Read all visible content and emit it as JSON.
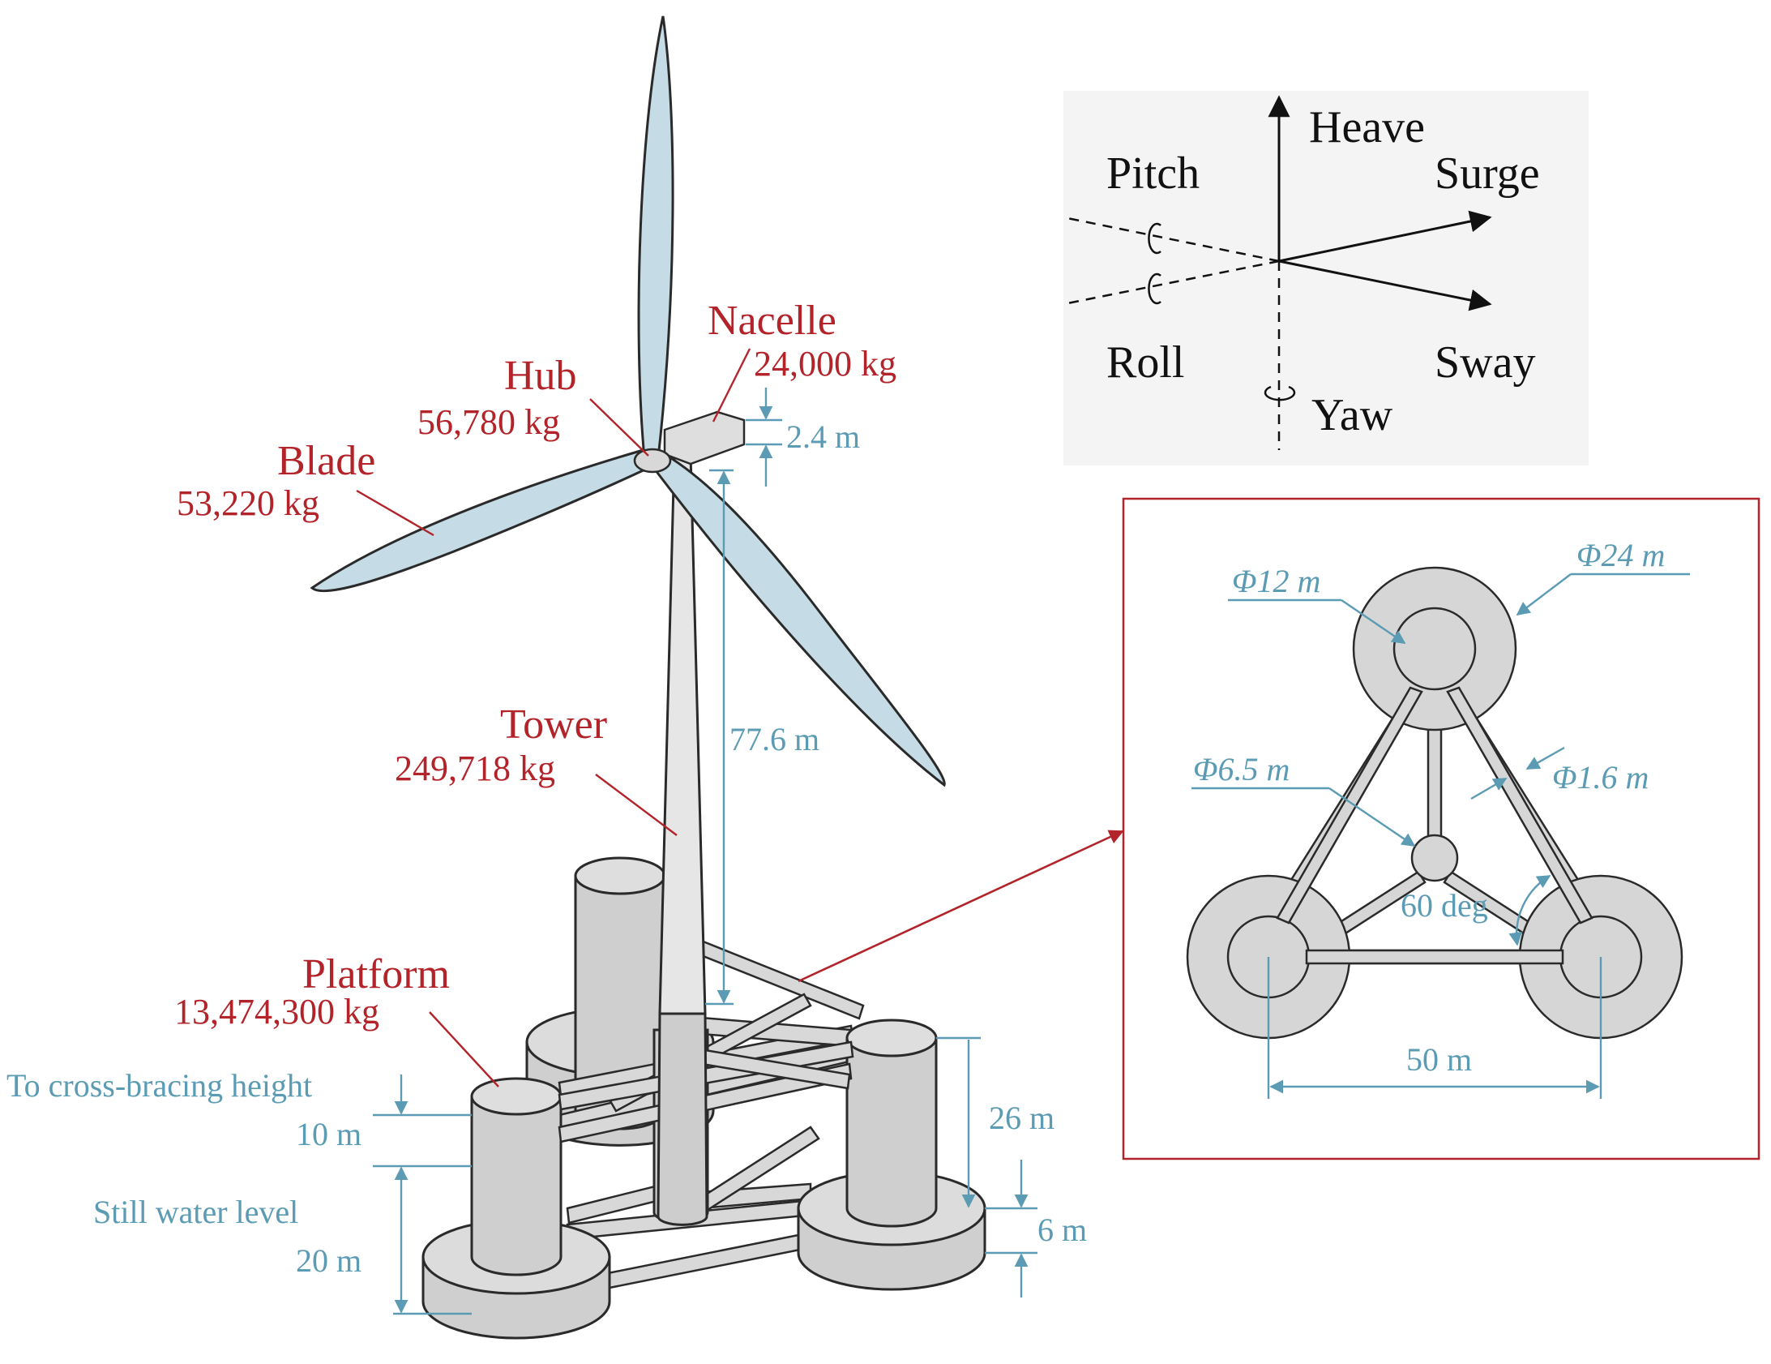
{
  "turbine": {
    "nacelle": {
      "name": "Nacelle",
      "mass": "24,000 kg"
    },
    "hub": {
      "name": "Hub",
      "mass": "56,780 kg"
    },
    "blade": {
      "name": "Blade",
      "mass": "53,220 kg"
    },
    "tower": {
      "name": "Tower",
      "mass": "249,718 kg"
    },
    "platform": {
      "name": "Platform",
      "mass": "13,474,300 kg"
    }
  },
  "dimensions": {
    "nacelle_height": "2.4 m",
    "tower_height": "77.6 m",
    "cross_bracing_label": "To cross-bracing height",
    "cross_bracing_value": "10 m",
    "still_water_label": "Still water level",
    "still_water_value": "20 m",
    "upper_column": "26 m",
    "base_column": "6 m"
  },
  "dof": {
    "heave": "Heave",
    "surge": "Surge",
    "pitch": "Pitch",
    "roll": "Roll",
    "sway": "Sway",
    "yaw": "Yaw"
  },
  "plan_view": {
    "d_base": "Φ24 m",
    "d_column": "Φ12 m",
    "d_center": "Φ6.5 m",
    "d_brace": "Φ1.6 m",
    "angle": "60 deg",
    "spacing": "50 m"
  },
  "colors": {
    "label_red": "#b2242a",
    "dimension_blue": "#5b9bb3",
    "blade_fill": "#c5dbe5",
    "structure_gray": "#d4d4d4"
  }
}
